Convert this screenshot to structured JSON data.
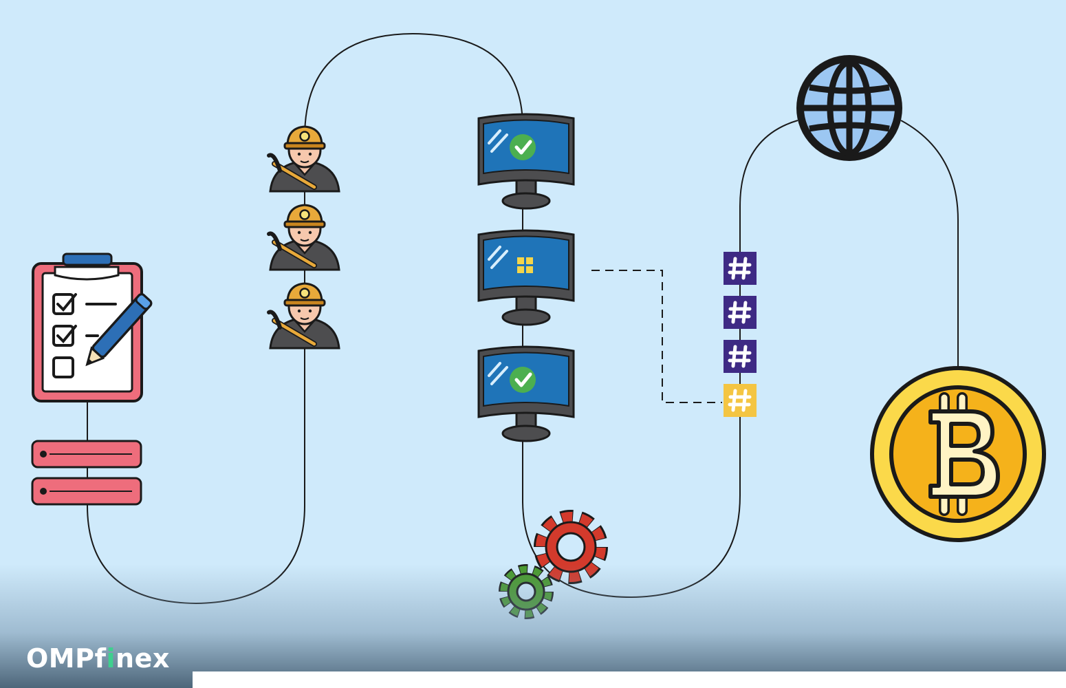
{
  "brand": {
    "part1": "OMPf",
    "accent": "i",
    "part2": "nex",
    "accent_color": "#3fcf8e"
  },
  "diagram": {
    "nodes": [
      {
        "id": "checklist",
        "icon": "clipboard-checklist-icon"
      },
      {
        "id": "transaction-records",
        "icon": "record-bar-icon"
      },
      {
        "id": "miners",
        "icon": "miner-icon"
      },
      {
        "id": "node-1",
        "icon": "monitor-check-icon"
      },
      {
        "id": "node-2",
        "icon": "monitor-windows-icon"
      },
      {
        "id": "node-3",
        "icon": "monitor-check-icon"
      },
      {
        "id": "gears",
        "icon": "gear-icon"
      },
      {
        "id": "hashes",
        "icon": "hash-block-icon"
      },
      {
        "id": "network",
        "icon": "globe-icon"
      },
      {
        "id": "bitcoin",
        "icon": "bitcoin-coin-icon"
      }
    ],
    "hash_symbol": "#",
    "colors": {
      "background": "#cfeafb",
      "record_red": "#ee6d7c",
      "helmet": "#e8a93a",
      "screen_blue": "#1f74b8",
      "check_green": "#4caf50",
      "gear_red": "#d33a2c",
      "gear_green": "#4a9a2e",
      "hash_purple": "#3e2a84",
      "hash_yellow": "#f4c542",
      "globe_blue": "#9cc7f2",
      "coin_gold": "#f5b21b"
    }
  }
}
